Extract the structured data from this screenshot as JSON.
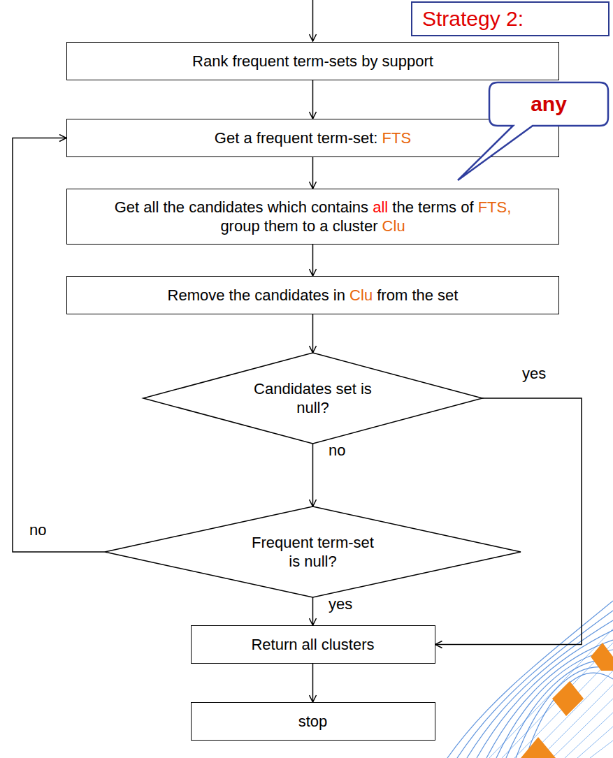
{
  "diagram": {
    "nodes": [
      {
        "text": [
          "Strategy 2:"
        ]
      },
      {
        "text": [
          "Rank frequent term-sets by support"
        ]
      },
      {
        "text": [
          "Get a frequent term-set: FTS"
        ]
      },
      {
        "text": [
          "any"
        ]
      },
      {
        "text": [
          "Get all the candidates which contains all the terms of FTS, group them to a cluster Clu"
        ]
      },
      {
        "text": [
          "Remove the candidates in Clu from the set"
        ]
      },
      {
        "text": [
          "Candidates set is null?"
        ]
      },
      {
        "text": [
          "Frequent term-set is null?"
        ]
      },
      {
        "text": [
          "Return all clusters"
        ]
      },
      {
        "text": [
          "stop"
        ]
      }
    ],
    "edges": [
      {
        "from": 1,
        "to": 2,
        "arrow": "to"
      },
      {
        "from": 2,
        "to": 4,
        "arrow": "to"
      },
      {
        "from": 4,
        "to": 5,
        "arrow": "to"
      },
      {
        "from": 5,
        "to": 6,
        "arrow": "to"
      },
      {
        "from": 6,
        "to": 7,
        "label": "no",
        "arrow": "to"
      },
      {
        "from": 6,
        "to": 8,
        "label": "yes",
        "arrow": "to"
      },
      {
        "from": 7,
        "to": 2,
        "label": "no",
        "arrow": "to"
      },
      {
        "from": 7,
        "to": 8,
        "label": "yes",
        "arrow": "to"
      },
      {
        "from": 8,
        "to": 9,
        "arrow": "to"
      }
    ]
  }
}
